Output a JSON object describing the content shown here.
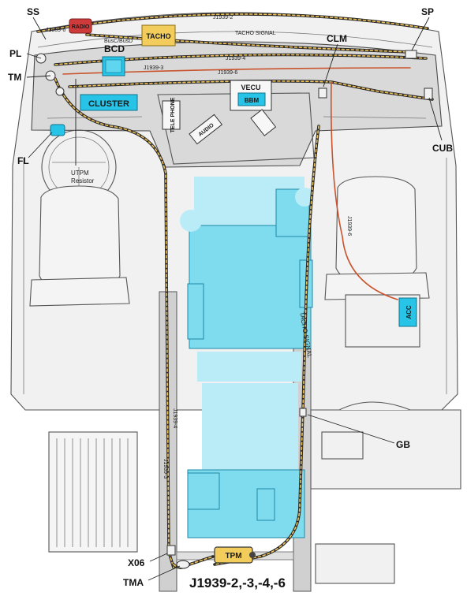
{
  "title": "J1939-2,-3,-4,-6",
  "callouts": {
    "ss": "SS",
    "pl": "PL",
    "tm": "TM",
    "fl": "FL",
    "sp": "SP",
    "clm": "CLM",
    "cub": "CUB",
    "gb": "GB",
    "x06": "X06",
    "tma": "TMA",
    "bcd": "BCD",
    "bcd_sub": "BusC/BusD"
  },
  "modules": {
    "radio": "RADIO",
    "tacho": "TACHO",
    "cluster": "CLUSTER",
    "vecu": "VECU",
    "bbm": "BBM",
    "telephone": "TELE PHONE",
    "audio": "AUDIO",
    "acc": "ACC",
    "tpm": "TPM",
    "utpm_line1": "UTPM",
    "utpm_line2": "Resistor"
  },
  "wire_labels": {
    "j1939_2": "J1939-2",
    "tacho_signal_top": "TACHO SIGNAL",
    "j1939_4_top": "J1939-4",
    "j1939_3_top": "J1939-3",
    "j1939_6_top": "J1939-6",
    "j1939_6_left": "J1939-6",
    "j1939_6_right": "J1939-6",
    "tacho_signal_side": "TACHO SIGNAL",
    "j1939_4_side": "J1939-4",
    "j1939_3_side": "J1939-3"
  },
  "colors": {
    "module_fill": "#27c4e8",
    "module_stroke": "#12738c",
    "tacho_fill": "#f2cd5c",
    "radio_fill": "#cf3b3b",
    "engine_fill": "#7fdcef",
    "harness_dark": "#2a2a2a",
    "harness_yellow": "#f0c35a",
    "harness_orange": "#c9532c"
  }
}
